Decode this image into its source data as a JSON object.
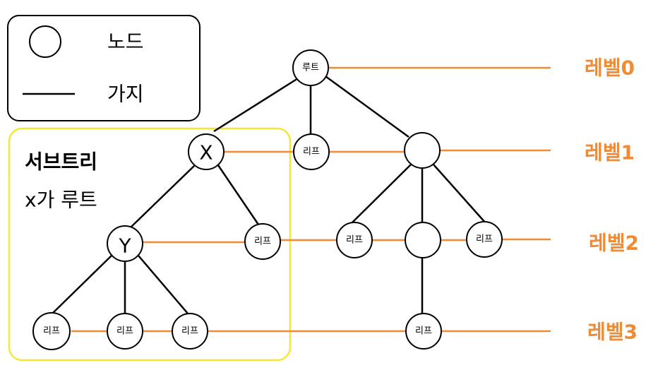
{
  "legend": {
    "node_label": "노드",
    "edge_label": "가지"
  },
  "subtree": {
    "title": "서브트리",
    "subtitle": "x가 루트"
  },
  "levels": [
    "레벨0",
    "레벨1",
    "레벨2",
    "레벨3"
  ],
  "nodes": {
    "root": "루트",
    "x": "X",
    "y": "Y",
    "leaf": "리프",
    "blank": ""
  },
  "colors": {
    "level_line": "#f08a33",
    "level_text": "#f08a33",
    "subtree_border": "#f5e63a",
    "edge": "#000000"
  }
}
